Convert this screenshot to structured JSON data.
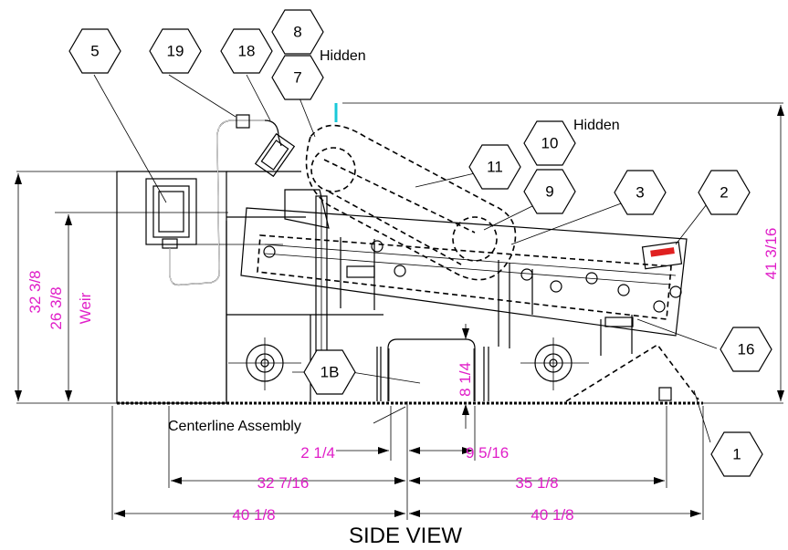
{
  "title": "SIDE VIEW",
  "notes": {
    "hidden_top": "Hidden",
    "hidden_right": "Hidden",
    "centerline": "Centerline Assembly"
  },
  "dimensions": {
    "overall_height_left": "32 3/8",
    "weir_height": "26 3/8",
    "weir_label": "Weir",
    "overall_height_right": "41 3/16",
    "inner_height": "8 1/4",
    "left_offset": "2 1/4",
    "right_offset": "9 5/16",
    "left_span": "32 7/16",
    "right_span": "35 1/8",
    "left_total": "40 1/8",
    "right_total": "40 1/8"
  },
  "callouts": [
    "5",
    "19",
    "18",
    "8",
    "7",
    "10",
    "9",
    "11",
    "3",
    "2",
    "16",
    "1B",
    "1"
  ],
  "colors": {
    "dimension": "#e01ec8",
    "line": "#000000",
    "accent": "#19c8d8",
    "marker": "#e02020"
  }
}
